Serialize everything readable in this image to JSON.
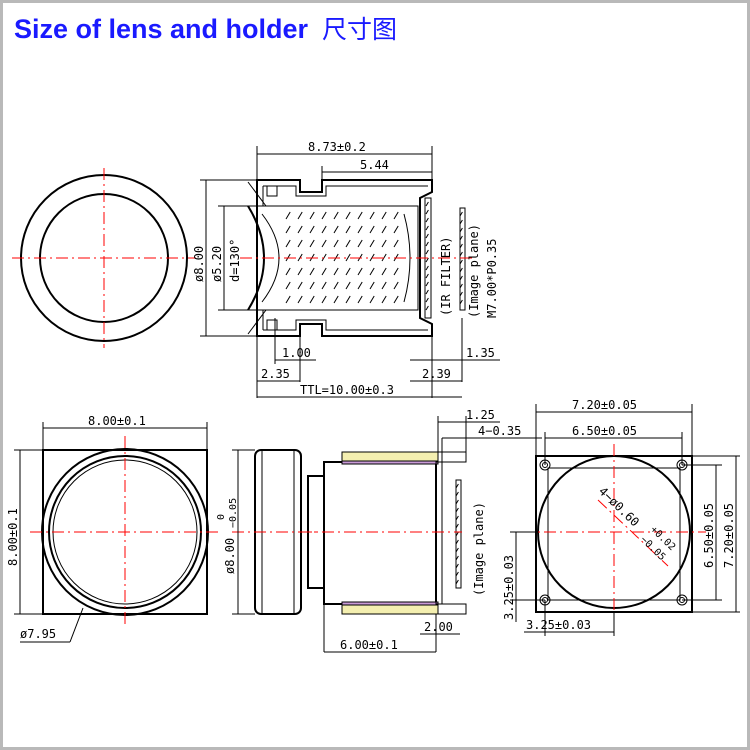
{
  "title": {
    "en": "Size of lens and holder",
    "cn": "尺寸图"
  },
  "dims": {
    "top_overall": "8.73±0.2",
    "top_inner": "5.44",
    "dia_outer": "ø8.00",
    "dia_inner": "ø5.20",
    "fov": "d=130°",
    "ir_filter": "(IR FILTER)",
    "image_plane": "(Image plane)",
    "thread": "M7.00*P0.35",
    "d100": "1.00",
    "d135": "1.35",
    "d235": "2.35",
    "d239": "2.39",
    "ttl": "TTL=10.00±0.3",
    "front_width": "8.00±0.1",
    "front_height": "8.00±0.1",
    "front_dia": "ø7.95",
    "side_dia": "ø8.00",
    "side_tol_upper": "0",
    "side_tol_lower": "−0.05",
    "holder_125": "1.25",
    "holder_4035": "4−0.35",
    "holder_image_plane": "(Image plane)",
    "holder_200": "2.00",
    "holder_600": "6.00±0.1",
    "back_720w": "7.20±0.05",
    "back_650w": "6.50±0.05",
    "back_650h": "6.50±0.05",
    "back_720h": "7.20±0.05",
    "back_325h": "3.25±0.03",
    "back_325w": "3.25±0.03",
    "holes_main": "4−ø0.60",
    "holes_tol_upper": "+0.02",
    "holes_tol_lower": "−0.05"
  }
}
